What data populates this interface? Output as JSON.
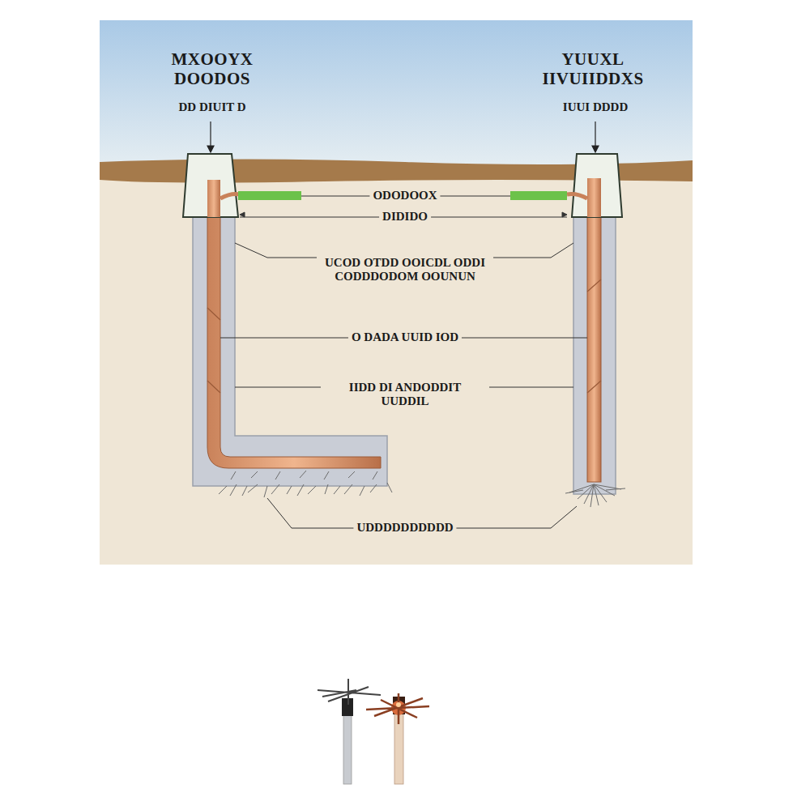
{
  "diagram": {
    "labels": [
      "MXOOYX DOODOS",
      "YUUXL IIVUIIDDXS",
      "DD DIUIT D",
      "IUUI DDDD",
      "ODODOOX",
      "DIDIDO",
      "UCOD OTDD OOICDL ODDI CODDDODOM OOUNUN",
      "O DADA UUID IOD",
      "IIDD DI ANDODDIT UUDDIL",
      "UDDDDDDDDDD"
    ]
  }
}
